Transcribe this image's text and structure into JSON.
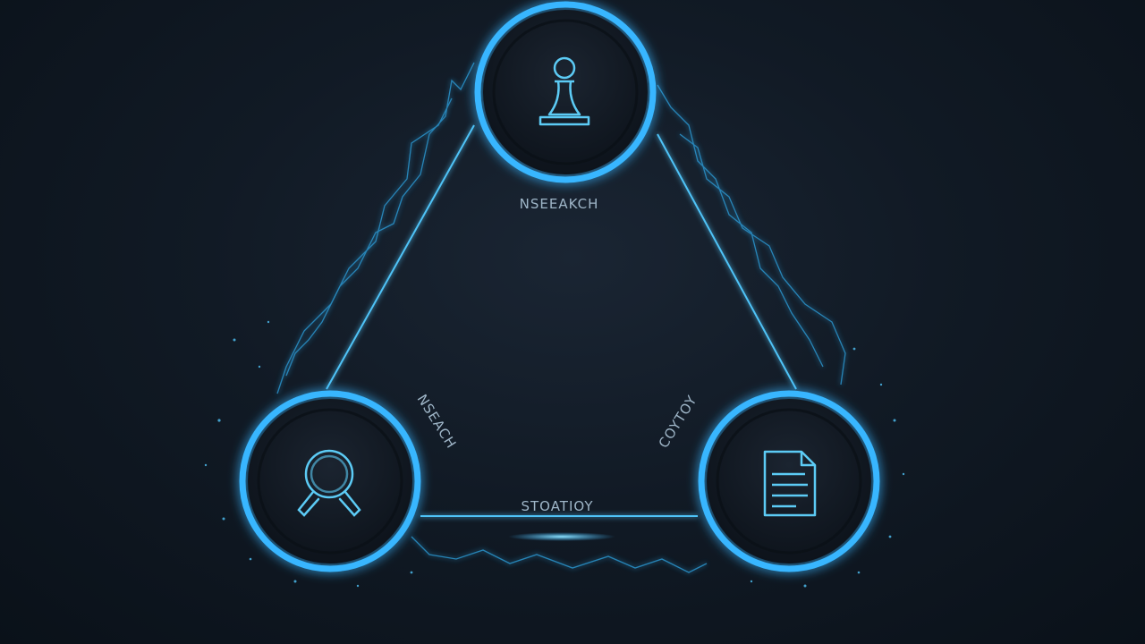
{
  "diagram": {
    "nodes": [
      {
        "id": "top",
        "icon": "chess-pawn-icon",
        "label": "NSEEAKCH"
      },
      {
        "id": "left",
        "icon": "magnifier-icon",
        "label": "NSEACH"
      },
      {
        "id": "right",
        "icon": "document-icon",
        "label": "COYTOY"
      }
    ],
    "edges": [
      {
        "from": "top",
        "to": "left",
        "label": ""
      },
      {
        "from": "top",
        "to": "right",
        "label": ""
      },
      {
        "from": "left",
        "to": "right",
        "label": "STOATIOY"
      }
    ]
  },
  "colors": {
    "background": "#111a25",
    "glow": "#38b6ff",
    "line": "#4fc3f7",
    "icon": "#5ccbf5",
    "node_fill": "#121922"
  }
}
